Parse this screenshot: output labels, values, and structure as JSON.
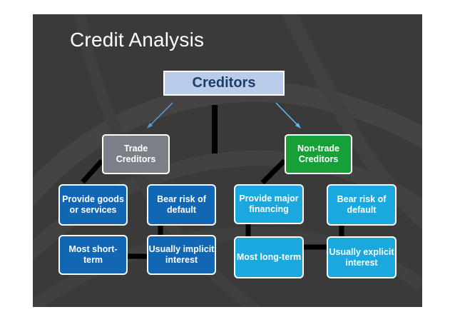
{
  "slide": {
    "title": "Credit Analysis"
  },
  "diagram": {
    "root": "Creditors",
    "left_group": {
      "label": "Trade Creditors",
      "items": [
        "Provide goods or services",
        "Bear risk of default",
        "Most short-term",
        "Usually implicit interest"
      ]
    },
    "right_group": {
      "label": "Non-trade Creditors",
      "items": [
        "Provide major financing",
        "Bear risk of default",
        "Most long-term",
        "Usually explicit interest"
      ]
    }
  },
  "colors": {
    "background": "#3a3a3a",
    "root_fill": "#b9cdea",
    "root_text": "#1f3c68",
    "trade_fill": "#7b8088",
    "nontrade_fill": "#16a038",
    "trade_item_fill": "#1267b4",
    "nontrade_item_fill": "#1aa8de"
  }
}
